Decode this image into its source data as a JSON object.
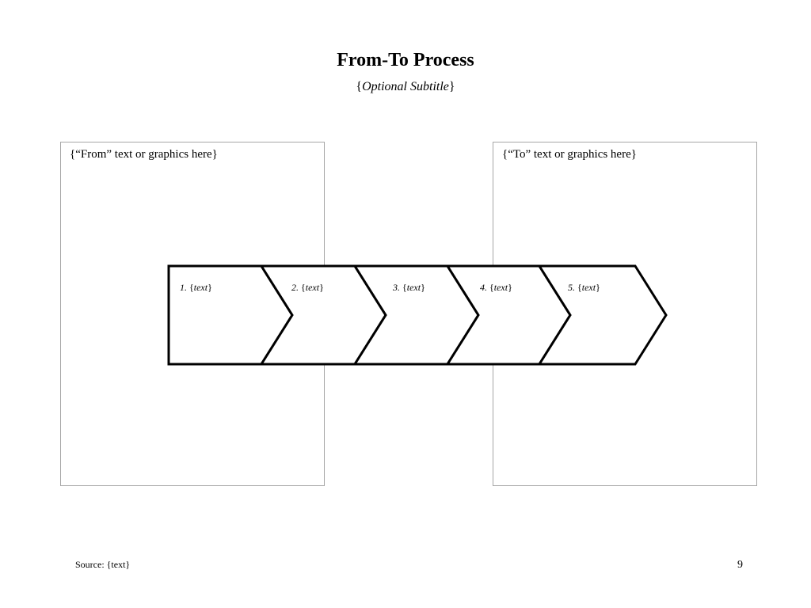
{
  "slide": {
    "title": "From-To Process",
    "subtitle": {
      "open_brace": "{",
      "text": "Optional Subtitle",
      "close_brace": "}"
    }
  },
  "from_box": {
    "label": "{“From” text or graphics here}"
  },
  "to_box": {
    "label": "{“To” text or graphics here}"
  },
  "steps": [
    {
      "number": "1. ",
      "open": "{",
      "text": "text",
      "close": "}"
    },
    {
      "number": "2. ",
      "open": "{",
      "text": "text",
      "close": "}"
    },
    {
      "number": "3. ",
      "open": "{",
      "text": "text",
      "close": "}"
    },
    {
      "number": "4. ",
      "open": "{",
      "text": "text",
      "close": "}"
    },
    {
      "number": "5. ",
      "open": "{",
      "text": "text",
      "close": "}"
    }
  ],
  "footer": {
    "source": "Source: {text}",
    "page_number": "9"
  }
}
